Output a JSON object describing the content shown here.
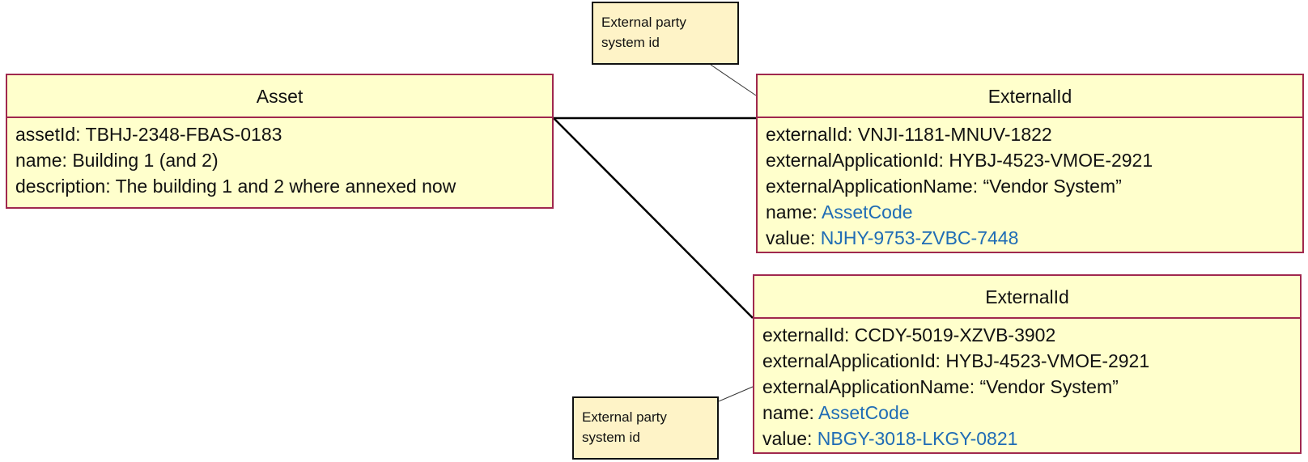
{
  "asset": {
    "title": "Asset",
    "attributes": [
      {
        "key": "assetId: ",
        "value": "TBHJ-2348-FBAS-0183",
        "link": false
      },
      {
        "key": "name: ",
        "value": "Building 1 (and 2)",
        "link": false
      },
      {
        "key": "description: ",
        "value": "The building 1 and 2 where annexed now",
        "link": false
      }
    ]
  },
  "external_ids": [
    {
      "title": "ExternalId",
      "attributes": [
        {
          "key": "externalId: ",
          "value": "VNJI-1181-MNUV-1822",
          "link": false
        },
        {
          "key": "externalApplicationId: ",
          "value": "HYBJ-4523-VMOE-2921",
          "link": false
        },
        {
          "key": "externalApplicationName: ",
          "value": "“Vendor System”",
          "link": false
        },
        {
          "key": "name: ",
          "value": "AssetCode",
          "link": true
        },
        {
          "key": "value: ",
          "value": "NJHY-9753-ZVBC-7448",
          "link": true
        }
      ]
    },
    {
      "title": "ExternalId",
      "attributes": [
        {
          "key": "externalId: ",
          "value": "CCDY-5019-XZVB-3902",
          "link": false
        },
        {
          "key": "externalApplicationId: ",
          "value": "HYBJ-4523-VMOE-2921",
          "link": false
        },
        {
          "key": "externalApplicationName: ",
          "value": "“Vendor System”",
          "link": false
        },
        {
          "key": "name: ",
          "value": "AssetCode",
          "link": true
        },
        {
          "key": "value: ",
          "value": "NBGY-3018-LKGY-0821",
          "link": true
        }
      ]
    }
  ],
  "notes": [
    {
      "text": "External party\nsystem id"
    },
    {
      "text": "External party\nsystem id"
    }
  ],
  "colors": {
    "box_fill": "#ffffcc",
    "box_border": "#a0284e",
    "note_fill": "#fef3c7",
    "link_text": "#1f6cb5"
  }
}
